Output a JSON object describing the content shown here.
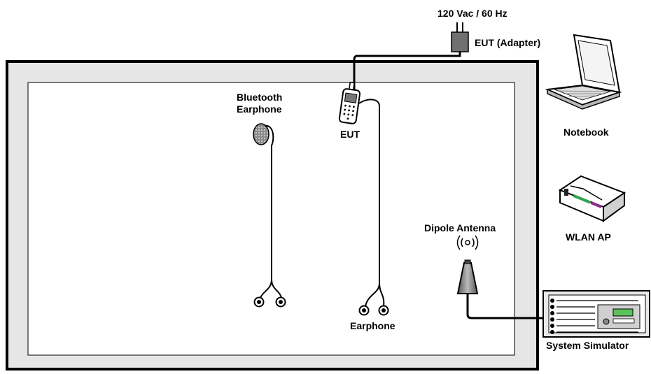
{
  "labels": {
    "power": "120 Vac / 60 Hz",
    "adapter": "EUT (Adapter)",
    "bt_line1": "Bluetooth",
    "bt_line2": "Earphone",
    "eut": "EUT",
    "earphone": "Earphone",
    "antenna": "Dipole Antenna",
    "notebook": "Notebook",
    "wlan": "WLAN AP",
    "simulator": "System Simulator"
  },
  "colors": {
    "outer_frame": "#e6e6e6",
    "border": "#000000",
    "inner_area": "#ffffff",
    "wlan_accent": "#2ea44f",
    "wlan_accent2": "#8a2a8a"
  },
  "icons": [
    "power-adapter-icon",
    "mobile-phone-icon",
    "bluetooth-earphone-icon",
    "wired-earphone-icon",
    "dipole-antenna-icon",
    "notebook-icon",
    "wlan-ap-icon",
    "system-simulator-icon"
  ]
}
